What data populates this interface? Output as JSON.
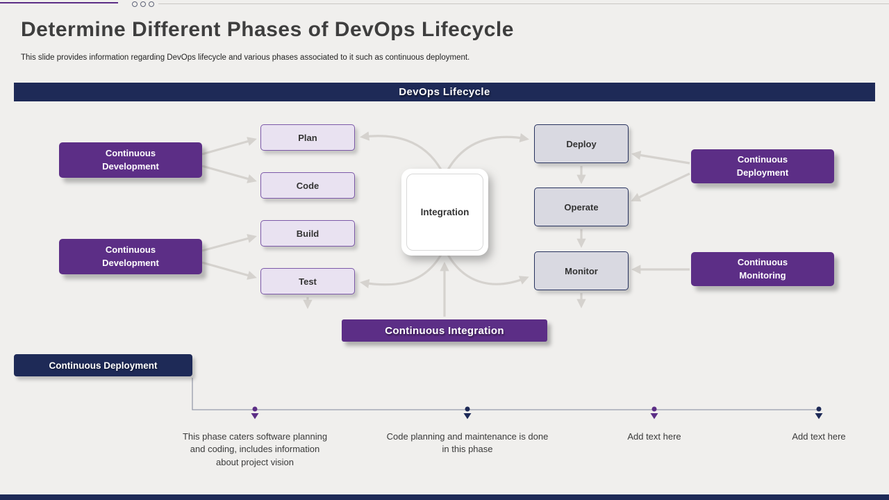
{
  "page": {
    "title": "Determine Different Phases of DevOps Lifecycle",
    "subtitle": "This slide provides information regarding DevOps lifecycle and various phases associated to it such as continuous deployment.",
    "section_banner": "DevOps Lifecycle"
  },
  "diagram": {
    "left_boxes": [
      {
        "label": "Continuous Development"
      },
      {
        "label": "Continuous Development"
      }
    ],
    "dev_steps": [
      {
        "label": "Plan"
      },
      {
        "label": "Code"
      },
      {
        "label": "Build"
      },
      {
        "label": "Test"
      }
    ],
    "center_box": {
      "label": "Integration"
    },
    "ops_steps": [
      {
        "label": "Deploy"
      },
      {
        "label": "Operate"
      },
      {
        "label": "Monitor"
      }
    ],
    "right_boxes": [
      {
        "label": "Continuous Deployment"
      },
      {
        "label": "Continuous Monitoring"
      }
    ],
    "integration_banner": "Continuous Integration"
  },
  "timeline": {
    "label": "Continuous Deployment",
    "milestones": [
      {
        "text": "This phase caters software planning and coding, includes information about project vision",
        "color": "#5C2E86"
      },
      {
        "text": "Code planning and maintenance is done in this phase",
        "color": "#1E2A57"
      },
      {
        "text": "Add text here",
        "color": "#5C2E86"
      },
      {
        "text": "Add text here",
        "color": "#1E2A57"
      }
    ]
  },
  "colors": {
    "purple": "#5C2E86",
    "navy": "#1E2A57",
    "lavender_fill": "#E9E2F1",
    "gray_fill": "#D9D9E1",
    "arrow": "#D5D2CE",
    "background": "#F0EFED"
  }
}
